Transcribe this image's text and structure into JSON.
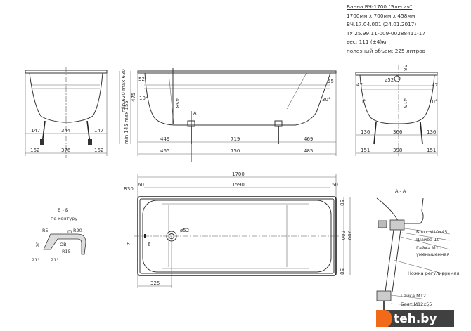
{
  "spec": {
    "title": "Ванна ВЧ-1700 \"Элегия\"",
    "size": "1700мм x 700мм x 458мм",
    "code": "ВЧ.17.04.001 (24.01.2017)",
    "tu": "ТУ 25.99.11-009-00288411-17",
    "weight": "вес: 111 (±4)кг",
    "volume": "полезный объем: 225 литров"
  },
  "front_view": {
    "top": [
      "147",
      "344",
      "147"
    ],
    "bottom": [
      "162",
      "376",
      "162"
    ]
  },
  "heights": {
    "total": "min 620 max 630",
    "depth": "475",
    "legs": "min 145 max 155"
  },
  "side_view": {
    "top": [
      "449",
      "719",
      "469"
    ],
    "bottom": [
      "465",
      "750",
      "485"
    ],
    "left_rim": "52",
    "right_rim": "55",
    "drain_depth": "458",
    "left_angle": "10°",
    "right_angle": "30°",
    "section_mark": "A"
  },
  "end_view": {
    "top_dim": "58",
    "drain": "ø52",
    "rim_left": "47",
    "rim_right": "47",
    "angle_left": "10°",
    "angle_right": "10°",
    "depth": "415",
    "top": [
      "136",
      "366",
      "136"
    ],
    "bottom": [
      "151",
      "398",
      "151"
    ]
  },
  "plan_view": {
    "length": "1700",
    "inner_length": "1590",
    "radius": "R30",
    "left_offset": "60",
    "right_offset": "50",
    "top_offset": "50",
    "bottom_offset": "50",
    "inner_width": "600",
    "width": "700",
    "drain_pos": "325",
    "drain": "ø52",
    "overflow": "6",
    "section_mark": "Б"
  },
  "section_bb": {
    "title": "Б - Б",
    "subtitle": "по контуру",
    "r5": "R5",
    "r20": "R20",
    "r15": "R15",
    "t": "20",
    "w": "ОВ",
    "m": "m",
    "a1": "21°",
    "a2": "21°"
  },
  "section_aa": {
    "title": "А - А",
    "callouts": [
      "Болт М10х45",
      "Шайба 10",
      "Гайка М10",
      "уменьшенная",
      "Ножка регулируемая",
      "Гайка М12",
      "Болт М12х55"
    ]
  },
  "logo": {
    "text": "teh.by",
    "accent": "#f06a1a"
  }
}
